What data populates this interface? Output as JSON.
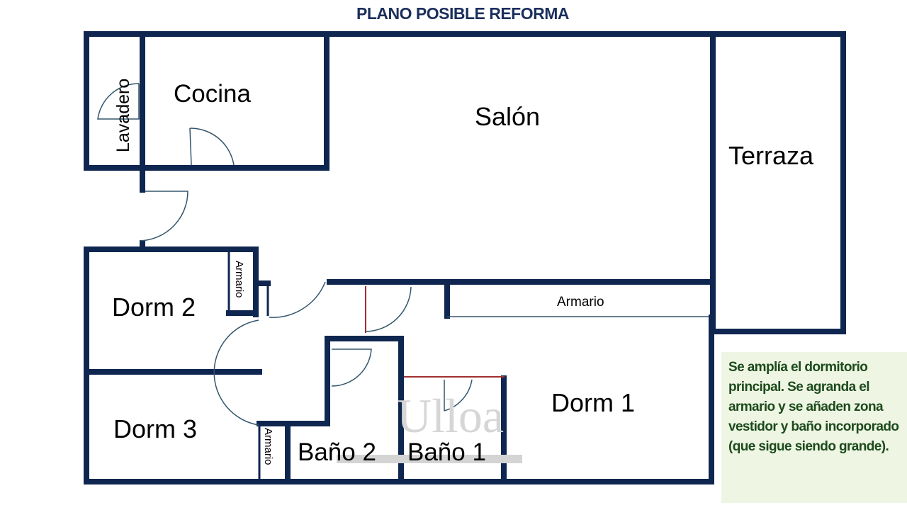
{
  "title": "PLANO POSIBLE REFORMA",
  "rooms": {
    "lavadero": "Lavadero",
    "cocina": "Cocina",
    "salon": "Salón",
    "terraza": "Terraza",
    "dorm2": "Dorm 2",
    "armario_dorm2": "Armario",
    "armario_pasillo": "Armario",
    "dorm1": "Dorm 1",
    "dorm3": "Dorm 3",
    "armario_dorm3": "Armario",
    "bano2": "Baño 2",
    "bano1": "Baño 1"
  },
  "watermark": "Ulloa",
  "note": "Se amplía el dormitorio principal. Se agranda el armario y se añaden zona vestidor y baño incorporado (que sigue siendo grande).",
  "colors": {
    "walls": "#0f2650",
    "note_bg": "#eef5e3",
    "note_text": "#1c4a1c",
    "new_walls": "#a03030"
  }
}
